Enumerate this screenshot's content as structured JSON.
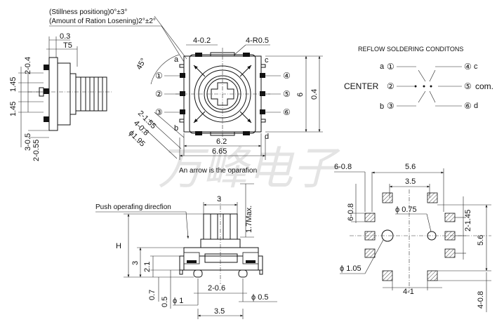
{
  "watermark": "万峰电子",
  "notes": {
    "stillness": "(Stillness positiong)0°±3°",
    "losening": "(Amount of Ration Losening)2°±2°"
  },
  "side_view": {
    "dim_top": "0.3",
    "dim_t": "T5",
    "dim_left_top": "2-0.4",
    "dim_145a": "1.45",
    "dim_145b": "1.45",
    "dim_3_05": "3-0.5",
    "dim_2_055": "2-0.55"
  },
  "top_view": {
    "dim_4_02": "4-0.2",
    "dim_4_r05": "4-R0.5",
    "angle": "45°",
    "label_a": "a",
    "label_b": "b",
    "label_c": "c",
    "label_d": "d",
    "pins_left": [
      "①",
      "②",
      "③"
    ],
    "pins_right": [
      "④",
      "⑤",
      "⑥"
    ],
    "dim_62": "6.2",
    "dim_665": "6.65",
    "dim_6": "6",
    "dim_04": "0.4",
    "dim_2_155": "2-1.55",
    "dim_4_08": "4-0.8",
    "dim_phi195": "ϕ1.95",
    "caption": "An arrow is the oparafion"
  },
  "reflow": {
    "title": "REFLOW SOLDERING CONDITONS",
    "center": "CENTER",
    "a": "a",
    "b": "b",
    "c": "c",
    "d": "d",
    "com": "com.",
    "pins": [
      "①",
      "②",
      "③",
      "④",
      "⑤",
      "⑥"
    ]
  },
  "front_view": {
    "dim_3": "3",
    "dim_17max": "1.7Max.",
    "push_label": "Push operafing direcfion",
    "dim_H": "H",
    "dim_3v": "3",
    "dim_21": "2.1",
    "dim_07": "0.7",
    "dim_05": "0.5",
    "dim_phi1": "ϕ 1",
    "dim_2_06": "2-0.6",
    "dim_phi05": "ϕ 0.5",
    "dim_35": "3.5"
  },
  "footprint": {
    "dim_6_08": "6-0.8",
    "dim_56": "5.6",
    "dim_35": "3.5",
    "dim_6_08v": "6-0.8",
    "dim_phi075": "ϕ 0.75",
    "dim_2_145": "2-1.45",
    "dim_56v": "5.6",
    "dim_phi105": "ϕ 1.05",
    "dim_4_1": "4-1",
    "dim_4_08": "4-0.8"
  }
}
